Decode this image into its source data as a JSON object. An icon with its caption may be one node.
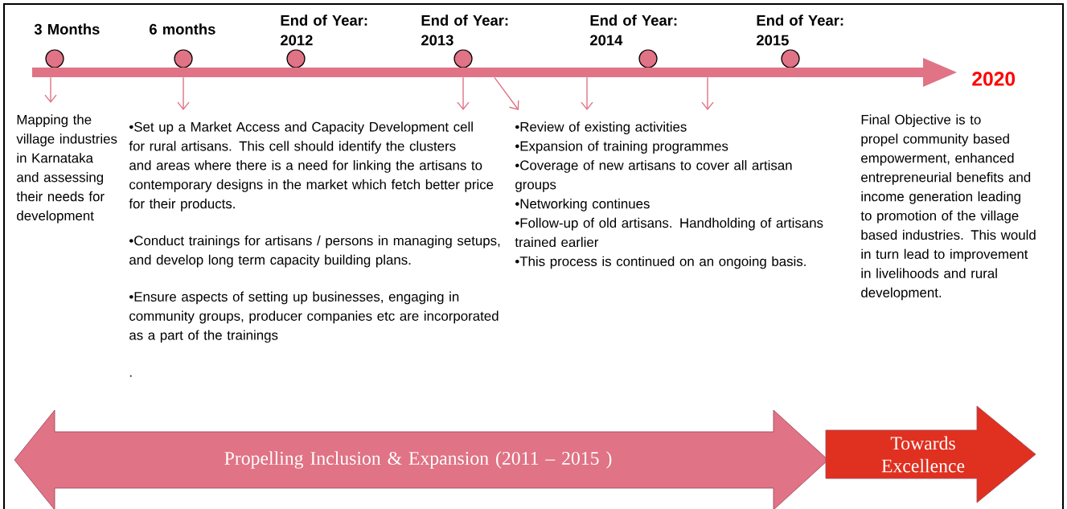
{
  "diagram": {
    "nodes": [
      {
        "text": [
          "3 Months"
        ]
      },
      {
        "text": [
          "6 months"
        ]
      },
      {
        "text": [
          "End of Year: 2012"
        ]
      },
      {
        "text": [
          "End of Year: 2013"
        ]
      },
      {
        "text": [
          "End of Year: 2014"
        ]
      },
      {
        "text": [
          "End of Year: 2015"
        ]
      },
      {
        "text": [
          "2020"
        ]
      },
      {
        "text": [
          "Mapping the village industries in Karnataka and assessing their needs for development"
        ]
      },
      {
        "text": [
          "•Set up a Market Access and Capacity Development cell for rural artisans. This cell should identify the clusters and areas where there is a need for linking the artisans to contemporary designs in the market which fetch better price for their products.",
          "•Conduct trainings for artisans / persons in managing setups, and develop long term capacity building plans.",
          "•Ensure aspects of setting up businesses, engaging in community groups, producer companies etc are incorporated as a part of the trainings",
          "."
        ]
      },
      {
        "text": [
          "•Review of existing activities",
          "•Expansion of training programmes",
          "•Coverage of new artisans to cover all artisan groups",
          "•Networking continues",
          "•Follow-up of old artisans. Handholding of artisans trained earlier",
          "•This process is continued on an ongoing basis."
        ]
      },
      {
        "text": [
          "Final Objective is to propel community based empowerment, enhanced entrepreneurial benefits and income generation leading to promotion of the village based industries. This would in turn lead to improvement in livelihoods and rural development."
        ]
      },
      {
        "text": [
          "Propelling Inclusion & Expansion (2011 – 2015 )"
        ]
      },
      {
        "text": [
          "Towards Excellence"
        ]
      }
    ],
    "edges": [
      {
        "from": 6,
        "to": 7,
        "arrow": "to"
      },
      {
        "from": 6,
        "to": 8,
        "arrow": "to"
      },
      {
        "from": 6,
        "to": 8,
        "arrow": "to"
      },
      {
        "from": 6,
        "to": 9,
        "arrow": "to"
      },
      {
        "from": 6,
        "to": 9,
        "arrow": "to"
      },
      {
        "from": 6,
        "to": 9,
        "arrow": "to"
      }
    ]
  }
}
